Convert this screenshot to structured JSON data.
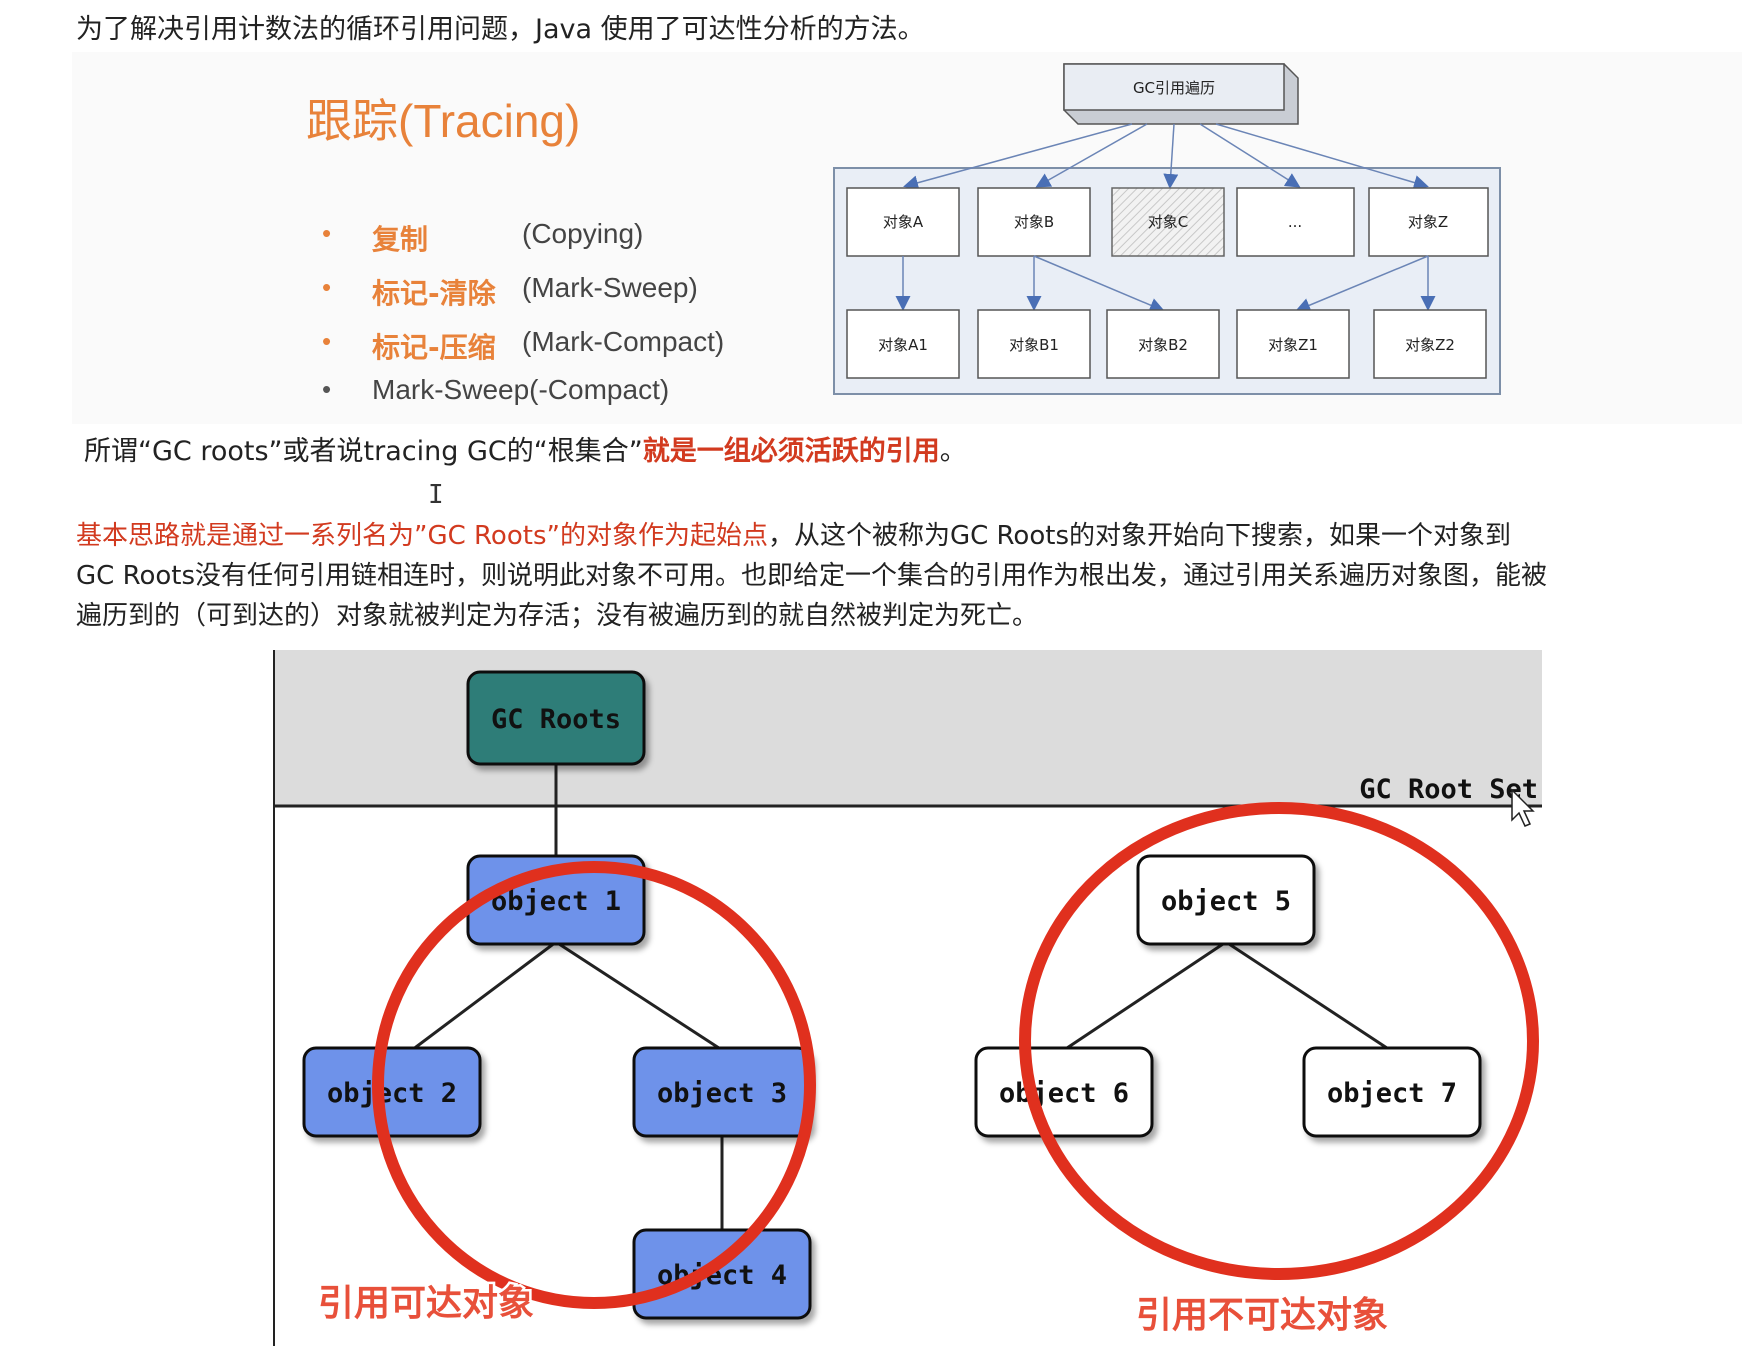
{
  "intro_text": "为了解决引用计数法的循环引用问题，Java 使用了可达性分析的方法。",
  "slide": {
    "title": "跟踪(Tracing)",
    "bullets": [
      {
        "cn": "复制",
        "en": "(Copying)"
      },
      {
        "cn": "标记-清除",
        "en": "(Mark-Sweep)"
      },
      {
        "cn": "标记-压缩",
        "en": "(Mark-Compact)"
      },
      {
        "cn": "",
        "en": "Mark-Sweep(-Compact)"
      }
    ]
  },
  "gc_diagram": {
    "root": "GC引用遍历",
    "level1": [
      "对象A",
      "对象B",
      "对象C",
      "...",
      "对象Z"
    ],
    "level2": [
      "对象A1",
      "对象B1",
      "对象B2",
      "对象Z1",
      "对象Z2"
    ]
  },
  "gc_roots_sentence": {
    "prefix": "所谓“GC roots”或者说tracing GC的“根集合”",
    "emphasis": "就是一组必须活跃的引用",
    "suffix": "。"
  },
  "cursor_glyph": "I",
  "paragraph": {
    "red_part": "基本思路就是通过一系列名为”GC Roots”的对象作为起始点",
    "line1_rest": "，从这个被称为GC Roots的对象开始向下搜索，如果一个对象到",
    "line2": "GC Roots没有任何引用链相连时，则说明此对象不可用。也即给定一个集合的引用作为根出发，通过引用关系遍历对象图，能被",
    "line3": "遍历到的（可到达的）对象就被判定为存活；没有被遍历到的就自然被判定为死亡。"
  },
  "roots_diagram": {
    "root_label": "GC Roots",
    "set_label": "GC Root Set",
    "reachable_nodes": [
      "object 1",
      "object 2",
      "object 3",
      "object 4"
    ],
    "unreachable_nodes": [
      "object 5",
      "object 6",
      "object 7"
    ],
    "reachable_caption": "引用可达对象",
    "unreachable_caption": "引用不可达对象",
    "colors": {
      "root_fill": "#2f7d78",
      "reachable_fill": "#6e92ea",
      "unreachable_fill": "#ffffff",
      "circle": "#e0301e",
      "band": "#dcdcdc"
    }
  }
}
